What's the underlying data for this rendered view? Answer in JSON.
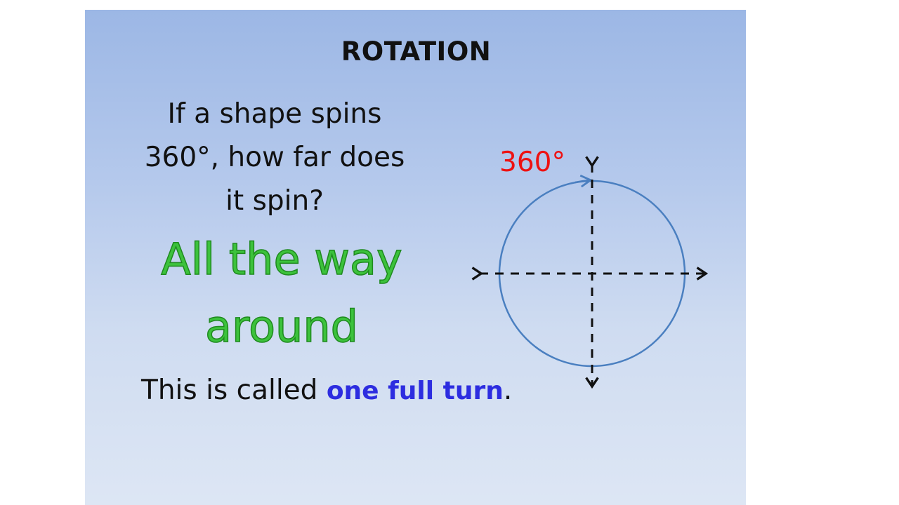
{
  "slide": {
    "title": "ROTATION",
    "question_lines": [
      "If a shape spins",
      "360°, how far does",
      "it spin?"
    ],
    "answer_lines": [
      "All the way",
      "around"
    ],
    "footer": {
      "prefix": "This is called ",
      "emphasis": "one full turn",
      "suffix": "."
    },
    "angle_label": "360°",
    "colors": {
      "answer": "#3cc23c",
      "emphasis": "#2d2de0",
      "angle_label": "#ee1111",
      "circle": "#4a7fc0"
    }
  }
}
